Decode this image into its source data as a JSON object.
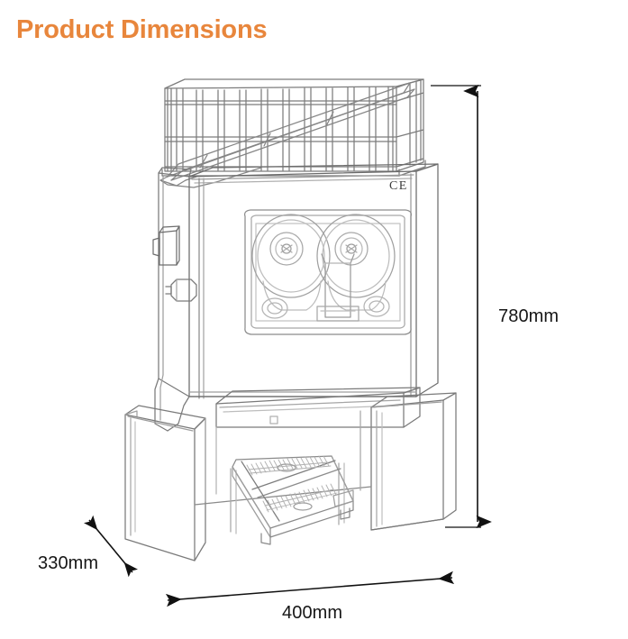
{
  "page": {
    "title": "Product Dimensions",
    "title_color": "#e8863c",
    "background_color": "#ffffff"
  },
  "product": {
    "type": "commercial orange juicer",
    "certification_mark": "CE",
    "line_color": "#6e6e6e",
    "parts": [
      "fruit-hopper-cage",
      "feed-ramp-chute",
      "main-cabinet",
      "squeezing-mechanism-window",
      "squeeze-cup-left",
      "squeeze-cup-right",
      "side-door-hinge",
      "side-door-latch",
      "juice-spout-ledge",
      "drip-tray",
      "peel-bin-left",
      "peel-bin-right"
    ]
  },
  "dimensions": {
    "height": {
      "label": "780mm",
      "value": 780,
      "unit": "mm",
      "axis": "vertical",
      "arrow_style": "double-headed"
    },
    "width": {
      "label": "400mm",
      "value": 400,
      "unit": "mm",
      "axis": "horizontal",
      "arrow_style": "double-headed"
    },
    "depth": {
      "label": "330mm",
      "value": 330,
      "unit": "mm",
      "axis": "diagonal-depth",
      "arrow_style": "double-headed"
    }
  }
}
